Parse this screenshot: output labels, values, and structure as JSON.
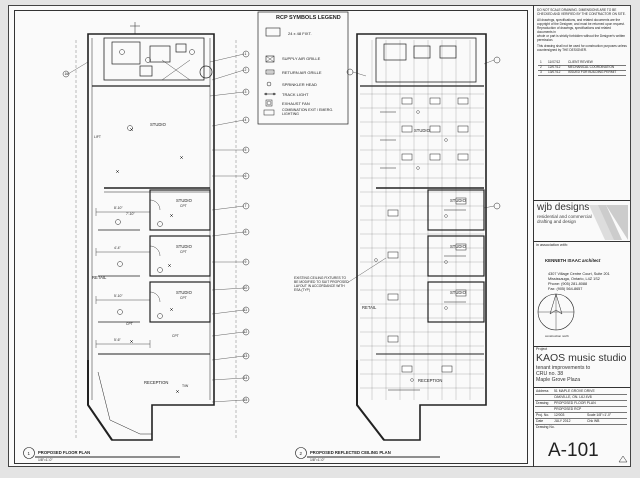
{
  "notes_block": {
    "general_notes": [
      "DO NOT SCALE DRAWING. DIMENSIONS ARE TO BE",
      "CHECKED AND VERIFIED BY THE CONTRACTOR ON SITE.",
      "All drawings, specifications, and related documents are the",
      "copyright of the Designer, and must be returned upon request.",
      "Reproduction of drawings, specifications and related documents in",
      "whole or part is strictly forbidden without the Designer's written",
      "permission.",
      "This drawing shall not be used for construction purposes unless",
      "countersigned by THE DESIGNER."
    ],
    "revisions": [
      {
        "no": "1",
        "date": "11/07/12",
        "description": "CLIENT REVIEW"
      },
      {
        "no": "2",
        "date": "12/07/12",
        "description": "MECHANICAL COORDINATION"
      },
      {
        "no": "3",
        "date": "13/07/12",
        "description": "ISSUED FOR BUILDING PERMIT"
      }
    ]
  },
  "firm": {
    "name": "wjb designs",
    "tagline_1": "residential and commercial",
    "tagline_2": "drafting and design"
  },
  "association": {
    "label": "in association with:",
    "architect_name": "KENNETH ISAAC",
    "architect_suffix": "architect",
    "address_1": "4307 Village Centre Court, Suite 201",
    "address_2": "Mississauga, Ontario, L4Z 1S2",
    "phone": "Phone: (905) 281-8088",
    "fax": "Fax: (905) 564-8657",
    "stamp_label": "construction north"
  },
  "project": {
    "label": "Project",
    "title": "KAOS music studio",
    "line_1": "tenant improvements to",
    "line_2": "CRU no. 38",
    "line_3": "Maple Grove Plaza",
    "info_rows": [
      {
        "label": "Address",
        "value": "51 MAPLE GROVE DRIVE",
        "value2": ""
      },
      {
        "label": "",
        "value": "OAKVILLE, ON. L6J 4V8",
        "value2": ""
      },
      {
        "label": "Drawing",
        "value": "PROPOSED FLOOR PLAN",
        "value2": ""
      },
      {
        "label": "",
        "value": "PROPOSED RCP",
        "value2": ""
      },
      {
        "label": "Proj. No.",
        "value": "12/003",
        "value2": "Scale   1/8\"=1'-0\""
      },
      {
        "label": "Date",
        "value": "JULY 2012",
        "value2": "Chk   WB"
      },
      {
        "label": "Drawing No.",
        "value": "",
        "value2": ""
      }
    ],
    "sheet_number": "A-101"
  },
  "legend": {
    "title": "RCP SYMBOLS LEGEND",
    "items": [
      {
        "symbol": "fixture-2x4",
        "label": "24 x 48 FIXT."
      },
      {
        "symbol": "supply-grille",
        "label": "SUPPLY AIR GRILLE"
      },
      {
        "symbol": "return-grille",
        "label": "RETURN AIR GRILLE"
      },
      {
        "symbol": "sprinkler",
        "label": "SPRINKLER HEAD"
      },
      {
        "symbol": "track-light",
        "label": "TRACK LIGHT"
      },
      {
        "symbol": "exhaust-fan",
        "label": "EXHAUST FAN"
      },
      {
        "symbol": "exit-light",
        "label": "COMBINATION EXIT / EMERG. LIGHTING"
      }
    ]
  },
  "floor_plan": {
    "rooms": [
      "STUDIO",
      "STUDIO",
      "STUDIO",
      "STUDIO",
      "RECEPTION"
    ],
    "title": "PROPOSED FLOOR PLAN",
    "scale": "1/8\"=1'-0\"",
    "number": "1"
  },
  "ceiling_plan": {
    "rooms": [
      "STUDIO",
      "STUDIO",
      "STUDIO",
      "STUDIO",
      "RECEPTION",
      "RETAIL"
    ],
    "note": "EXISTING CEILING FIXTURES TO BE MODIFIED TO SUIT PROPOSED LAYOUT IN ACCORDANCE WITH ESA (TYP)",
    "title": "PROPOSED REFLECTED CEILING PLAN",
    "scale": "1/8\"=1'-0\"",
    "number": "2"
  },
  "floor_plan_extra_labels": [
    "LIFT",
    "RETAIL",
    "CPT",
    "CPT",
    "CPT",
    "CPT",
    "CPT",
    "T/W",
    "W/D"
  ],
  "dimensions": [
    "8'-10\"",
    "4'-4\"",
    "5'-10\"",
    "5'-6\"",
    "7'-10\""
  ],
  "tags": [
    "1",
    "2",
    "3",
    "4",
    "5",
    "6",
    "7",
    "8",
    "9",
    "10",
    "11",
    "12",
    "13",
    "14",
    "15",
    "16"
  ]
}
